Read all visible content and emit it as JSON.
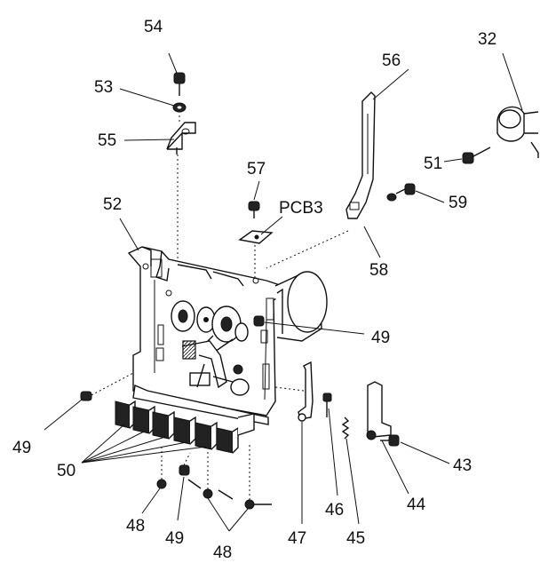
{
  "labels": {
    "l54": "54",
    "l53": "53",
    "l55": "55",
    "l56": "56",
    "l32": "32",
    "l57": "57",
    "lpcb3": "PCB3",
    "l51": "51",
    "l59": "59",
    "l52": "52",
    "l58": "58",
    "l49a": "49",
    "l49b": "49",
    "l49c": "49",
    "l50": "50",
    "l48a": "48",
    "l48b": "48",
    "l43": "43",
    "l44": "44",
    "l45": "45",
    "l46": "46",
    "l47": "47"
  }
}
